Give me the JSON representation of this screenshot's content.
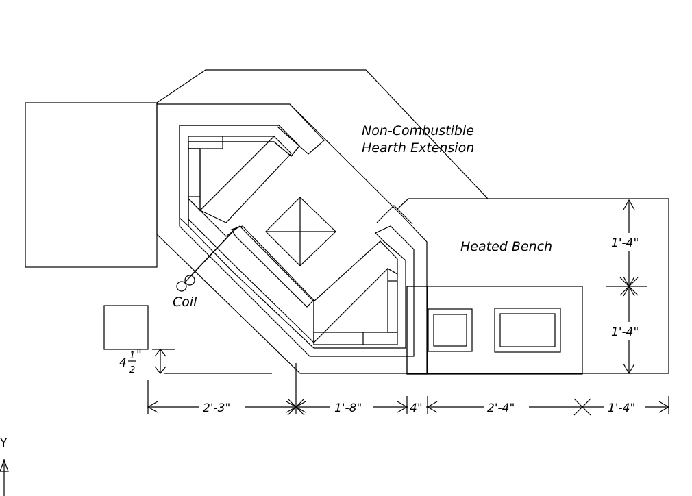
{
  "labels": {
    "hearth_line1": "Non-Combustible",
    "hearth_line2": "Hearth Extension",
    "heated_bench": "Heated Bench",
    "coil": "Coil"
  },
  "dimensions": {
    "d1": "2'-3\"",
    "d2": "1'-8\"",
    "d3": "4\"",
    "d4": "2'-4\"",
    "d5": "1'-4\"",
    "vertical_upper": "1'-4\"",
    "vertical_lower": "1'-4\"",
    "small_whole": "4",
    "small_num": "1",
    "small_den": "2"
  },
  "axis": {
    "y_label": "Y"
  }
}
